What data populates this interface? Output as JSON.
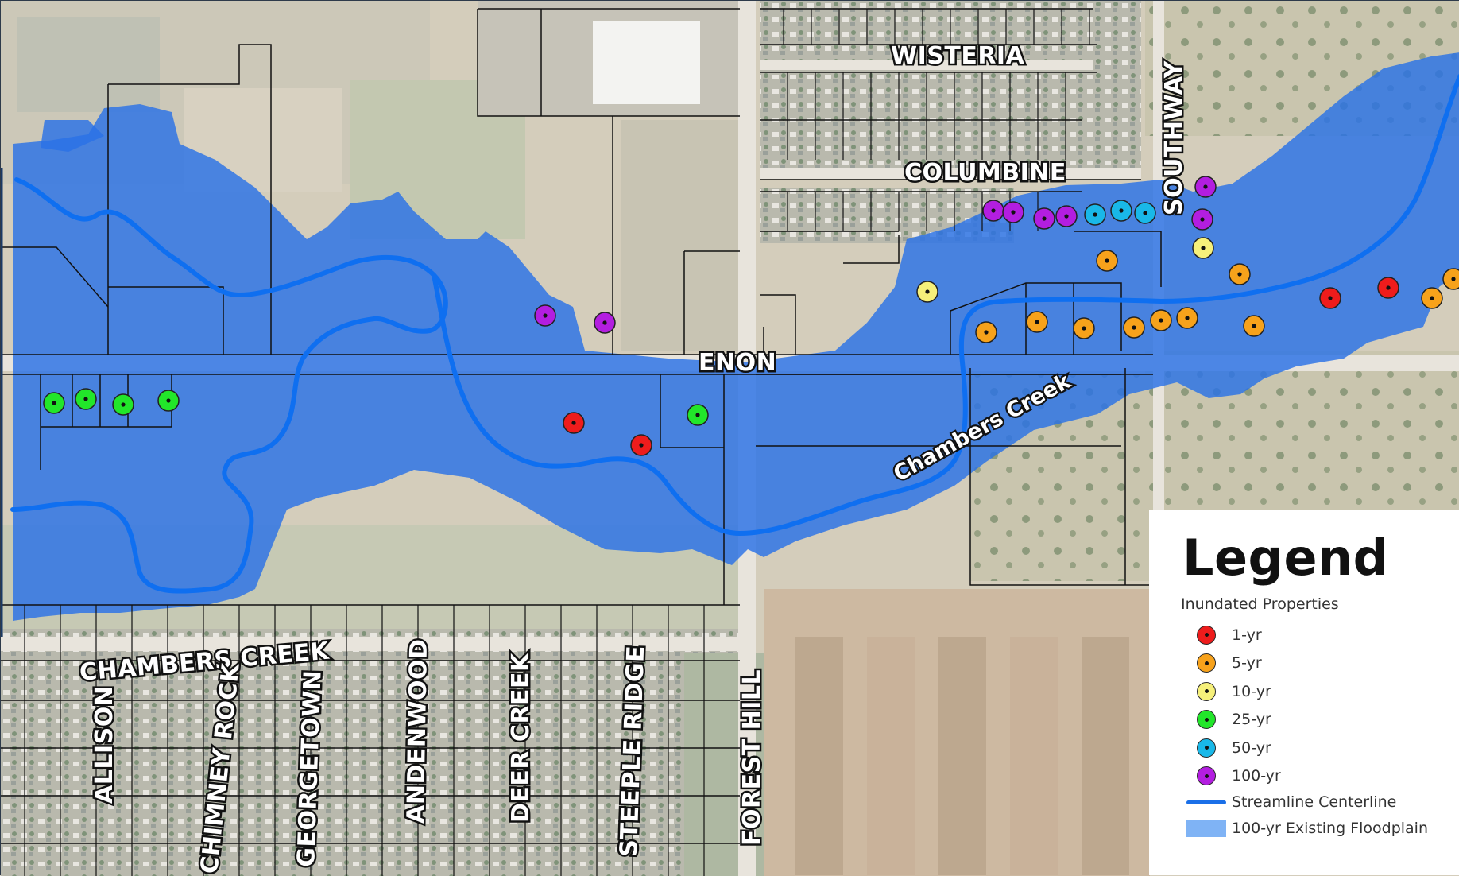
{
  "roads": {
    "wisteria": "WISTERIA",
    "columbine": "COLUMBINE",
    "southway": "SOUTHWAY",
    "enon": "ENON",
    "chambers_creek": "CHAMBERS CREEK",
    "allison": "ALLISON",
    "chimney_rock": "CHIMNEY ROCK",
    "georgetown": "GEORGETOWN",
    "andenwood": "ANDENWOOD",
    "deer_creek": "DEER CREEK",
    "steeple_ridge": "STEEPLE RIDGE",
    "forest_hill": "FOREST HILL"
  },
  "creek_label": "Chambers Creek",
  "legend": {
    "title": "Legend",
    "subtitle": "Inundated Properties",
    "items": [
      {
        "key": "1yr",
        "label": "1-yr",
        "color": "#ee1c1c"
      },
      {
        "key": "5yr",
        "label": "5-yr",
        "color": "#f7a21b"
      },
      {
        "key": "10yr",
        "label": "10-yr",
        "color": "#f6f07a"
      },
      {
        "key": "25yr",
        "label": "25-yr",
        "color": "#22e62a"
      },
      {
        "key": "50yr",
        "label": "50-yr",
        "color": "#19b8e8"
      },
      {
        "key": "100yr",
        "label": "100-yr",
        "color": "#b31ee0"
      }
    ],
    "streamline": {
      "label": "Streamline Centerline",
      "color": "#1a6fe8"
    },
    "floodplain": {
      "label": "100-yr Existing Floodplain",
      "color": "#7fb3f5"
    }
  },
  "colors": {
    "floodplain_fill": "#2a72e6",
    "stream": "#0f6ff0",
    "parcel_line": "#111111"
  }
}
